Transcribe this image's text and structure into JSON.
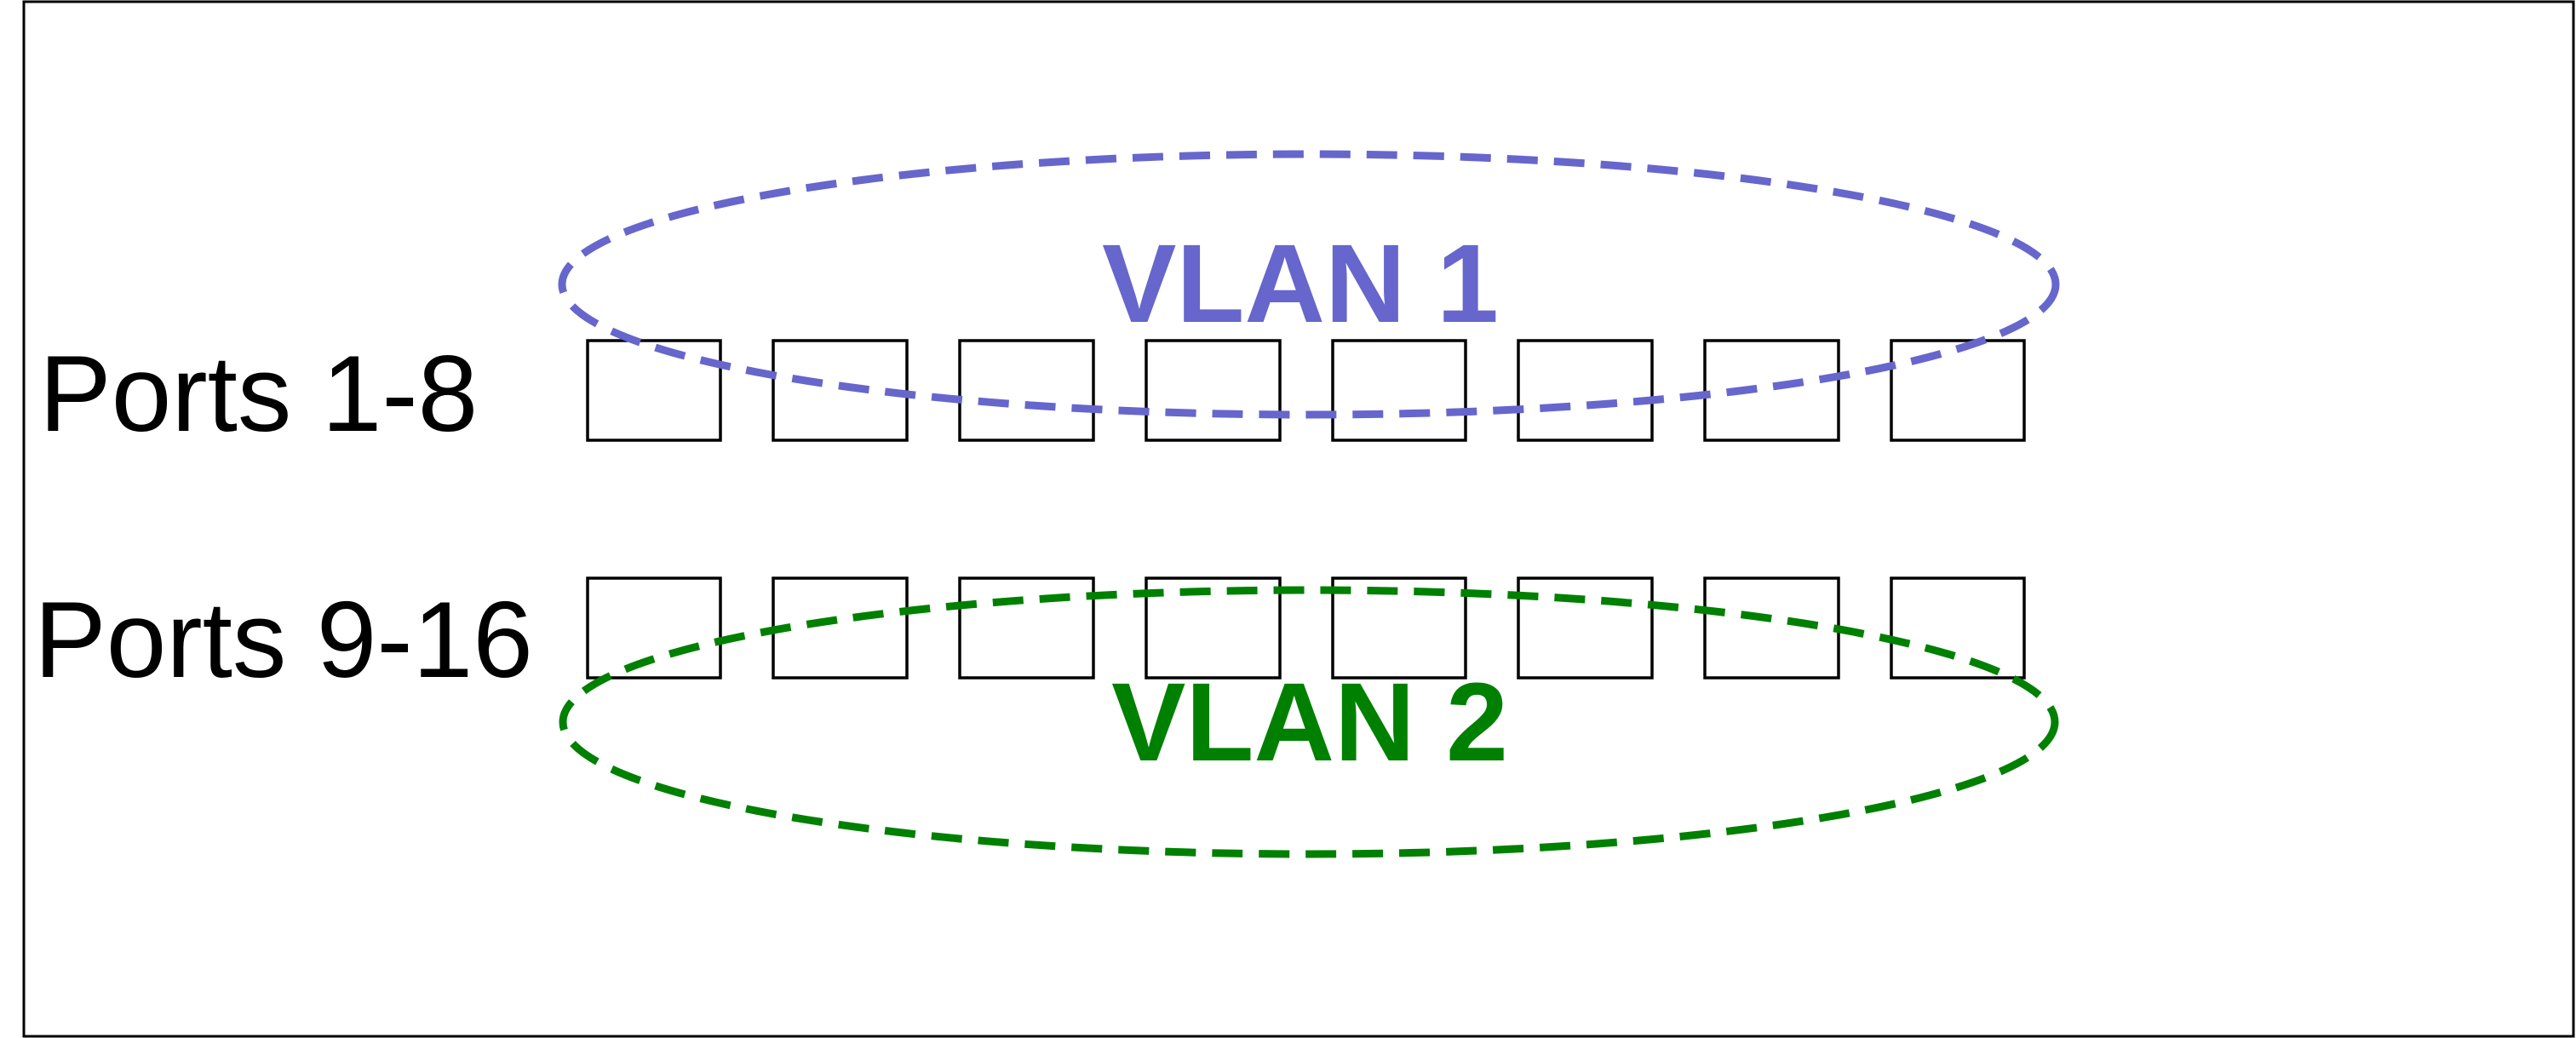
{
  "rows": [
    {
      "label": "Ports 1-8",
      "port_count": 8
    },
    {
      "label": "Ports 9-16",
      "port_count": 8
    }
  ],
  "vlans": [
    {
      "label": "VLAN 1",
      "color": "#6666CC",
      "row": 0
    },
    {
      "label": "VLAN 2",
      "color": "#008000",
      "row": 1
    }
  ],
  "colors": {
    "background": "#FFFFFF",
    "border": "#000000",
    "port_outline": "#000000",
    "text": "#000000"
  }
}
